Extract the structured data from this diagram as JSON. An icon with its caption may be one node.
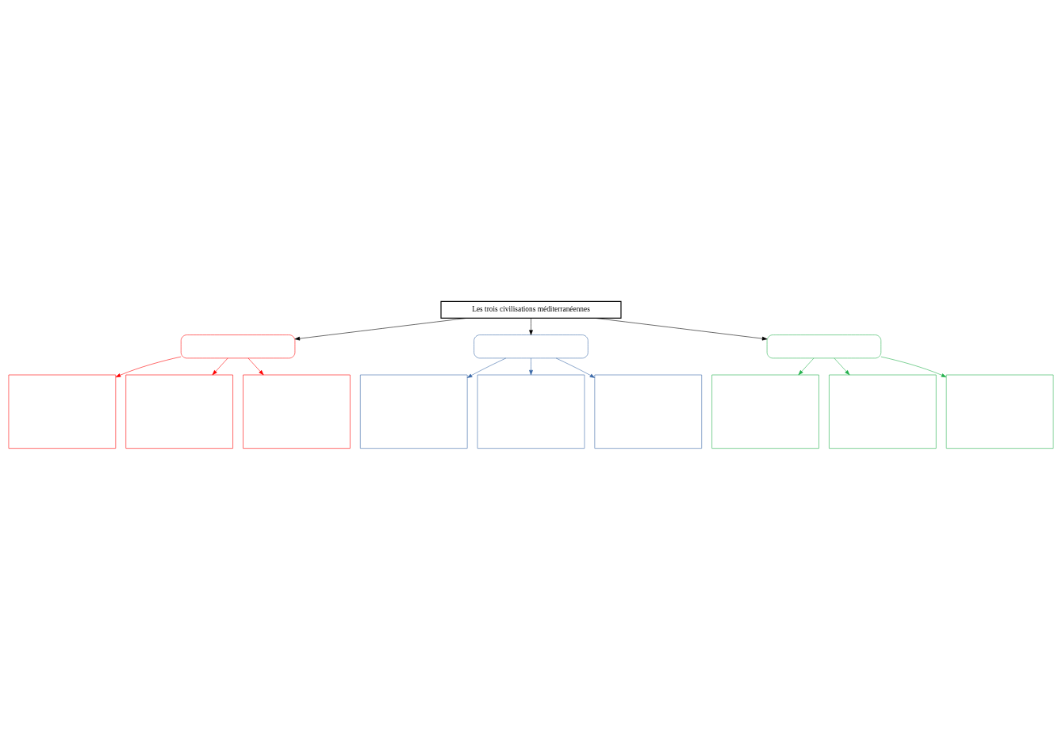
{
  "diagram": {
    "nodes": [
      {
        "text": [],
        "shape": "box"
      },
      {
        "text": [],
        "shape": "box"
      },
      {
        "text": [],
        "shape": "box"
      },
      {
        "text": [],
        "shape": "box"
      },
      {
        "text": [],
        "shape": "box"
      },
      {
        "text": [],
        "shape": "box"
      },
      {
        "text": [],
        "shape": "box"
      },
      {
        "text": [
          "Les trois civilisations méditerranéennes"
        ]
      },
      {
        "text": [],
        "shape": "box"
      },
      {
        "text": [],
        "shape": "box"
      },
      {
        "text": [],
        "shape": "box"
      },
      {
        "text": [],
        "shape": "box"
      },
      {
        "text": [],
        "shape": "box"
      }
    ],
    "edges": [
      {
        "from": 7,
        "to": 4,
        "arrow": "to",
        "color": "#000000"
      },
      {
        "from": 7,
        "to": 5,
        "arrow": "to",
        "color": "#000000"
      },
      {
        "from": 7,
        "to": 9,
        "arrow": "to",
        "color": "#000000"
      },
      {
        "from": 4,
        "to": 0,
        "arrow": "to",
        "color": "#ff0000"
      },
      {
        "from": 4,
        "to": 1,
        "arrow": "to",
        "color": "#ff0000"
      },
      {
        "from": 4,
        "to": 6,
        "arrow": "to",
        "color": "#ff0000"
      },
      {
        "from": 5,
        "to": 2,
        "arrow": "to",
        "color": "#3b69a8"
      },
      {
        "from": 5,
        "to": 3,
        "arrow": "to",
        "color": "#3b69a8"
      },
      {
        "from": 5,
        "to": 8,
        "arrow": "to",
        "color": "#3b69a8"
      },
      {
        "from": 9,
        "to": 10,
        "arrow": "to",
        "color": "#22b14c"
      },
      {
        "from": 9,
        "to": 11,
        "arrow": "to",
        "color": "#22b14c"
      },
      {
        "from": 9,
        "to": 12,
        "arrow": "to",
        "color": "#22b14c"
      }
    ]
  }
}
